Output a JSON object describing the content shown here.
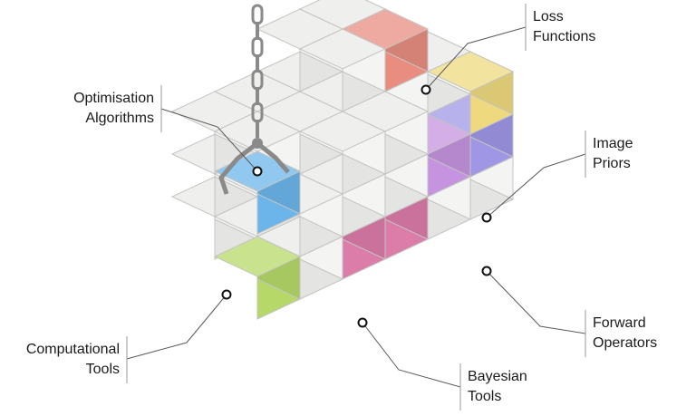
{
  "labels": {
    "loss": [
      "Loss",
      "Functions"
    ],
    "optimisation": [
      "Optimisation",
      "Algorithms"
    ],
    "image": [
      "Image",
      "Priors"
    ],
    "forward": [
      "Forward",
      "Operators"
    ],
    "computational": [
      "Computational",
      "Tools"
    ],
    "bayesian": [
      "Bayesian",
      "Tools"
    ]
  },
  "colors": {
    "cube_face_top": "#efefed",
    "cube_face_left": "#e4e4e2",
    "cube_face_right": "#f4f4f2",
    "cube_edge": "#c4c4c2",
    "loss": "#e88d80",
    "optimisation": "#6bb5ea",
    "image": "#eed97f",
    "forward": "#9f97e6",
    "computational": "#b5d868",
    "bayesian": "#dc7ca9",
    "extra_purple": "#c593df",
    "chain": "#8a8a8a",
    "leader_line": "#5a5a5a"
  },
  "icons": {
    "chain": "chain-icon",
    "claw": "crane-claw-icon",
    "marker": "circle-marker-icon"
  }
}
